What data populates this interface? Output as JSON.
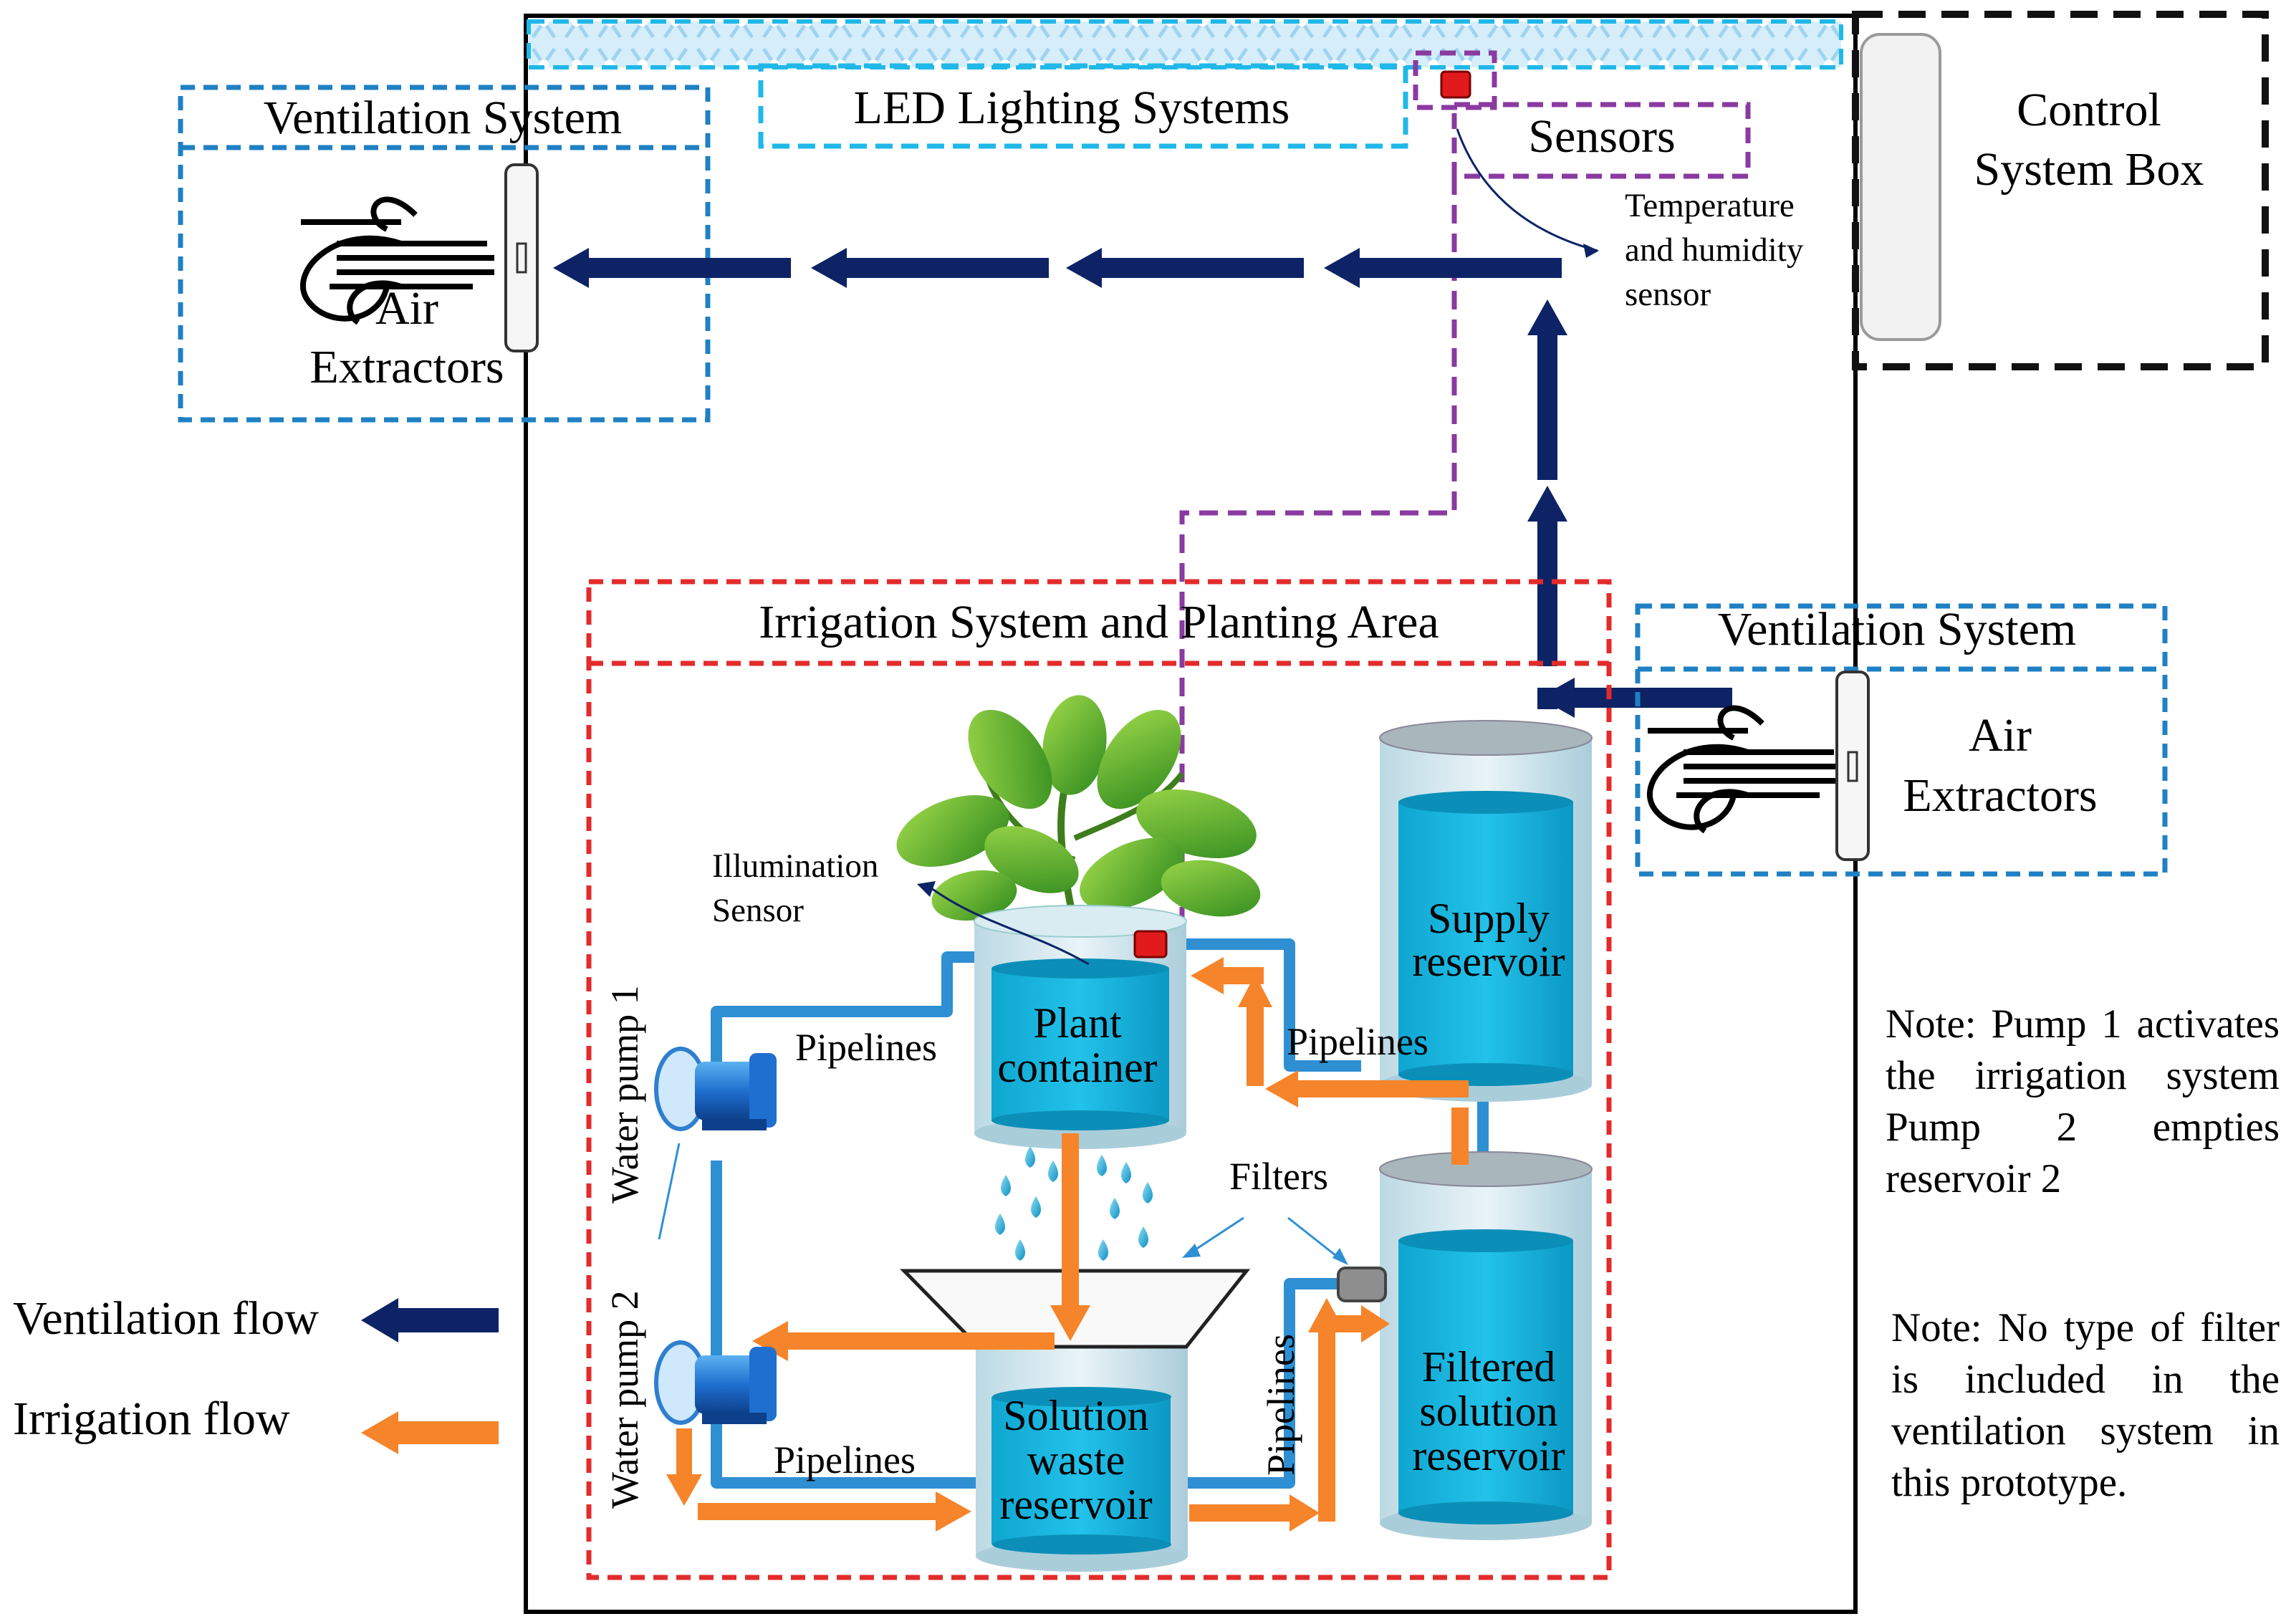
{
  "colors": {
    "ventilation_flow": "#0d2366",
    "irrigation_flow": "#f5842a",
    "pipeline": "#2f8fd3",
    "reservoir_water": "#14b5de",
    "ventilation_box": "#1f80c4",
    "led_box": "#20b8e8",
    "sensor_box": "#8a3aa0",
    "irrigation_box": "#e32b2b",
    "control_box": "#111111"
  },
  "labels": {
    "led_lighting": "LED Lighting Systems",
    "sensors": "Sensors",
    "control_box": [
      "Control",
      "System Box"
    ],
    "temp_sensor": [
      "Temperature",
      "and humidity",
      "sensor"
    ],
    "ventilation_left": "Ventilation System",
    "air_extractors_left": [
      "Air",
      "Extractors"
    ],
    "ventilation_right": "Ventilation System",
    "air_extractors_right": [
      "Air",
      "Extractors"
    ],
    "irrigation_area": "Irrigation System and Planting Area",
    "illumination_sensor": [
      "Illumination",
      "Sensor"
    ],
    "plant_container": [
      "Plant",
      "container"
    ],
    "supply_reservoir": [
      "Supply",
      "reservoir"
    ],
    "filtered_reservoir": [
      "Filtered",
      "solution",
      "reservoir"
    ],
    "waste_reservoir": [
      "Solution",
      "waste",
      "reservoir"
    ],
    "pipelines_1": "Pipelines",
    "pipelines_2": "Pipelines",
    "pipelines_3": "Pipelines",
    "pipelines_4": "Pipelines",
    "filters": "Filters",
    "water_pump_1": "Water pump 1",
    "water_pump_2": "Water pump 2"
  },
  "legend": {
    "ventilation_flow": "Ventilation flow",
    "irrigation_flow": "Irrigation flow"
  },
  "notes": {
    "note1": "Note: Pump 1 activates the irrigation system Pump 2 empties reservoir 2",
    "note2": "Note: No type of filter is included in the ventilation system in this prototype."
  },
  "icons": [
    "air-extractor-icon",
    "fan-wind-icon",
    "plant-icon",
    "water-pump-icon",
    "water-droplets-icon",
    "filter-funnel-icon",
    "sensor-icon",
    "led-strip-icon"
  ]
}
